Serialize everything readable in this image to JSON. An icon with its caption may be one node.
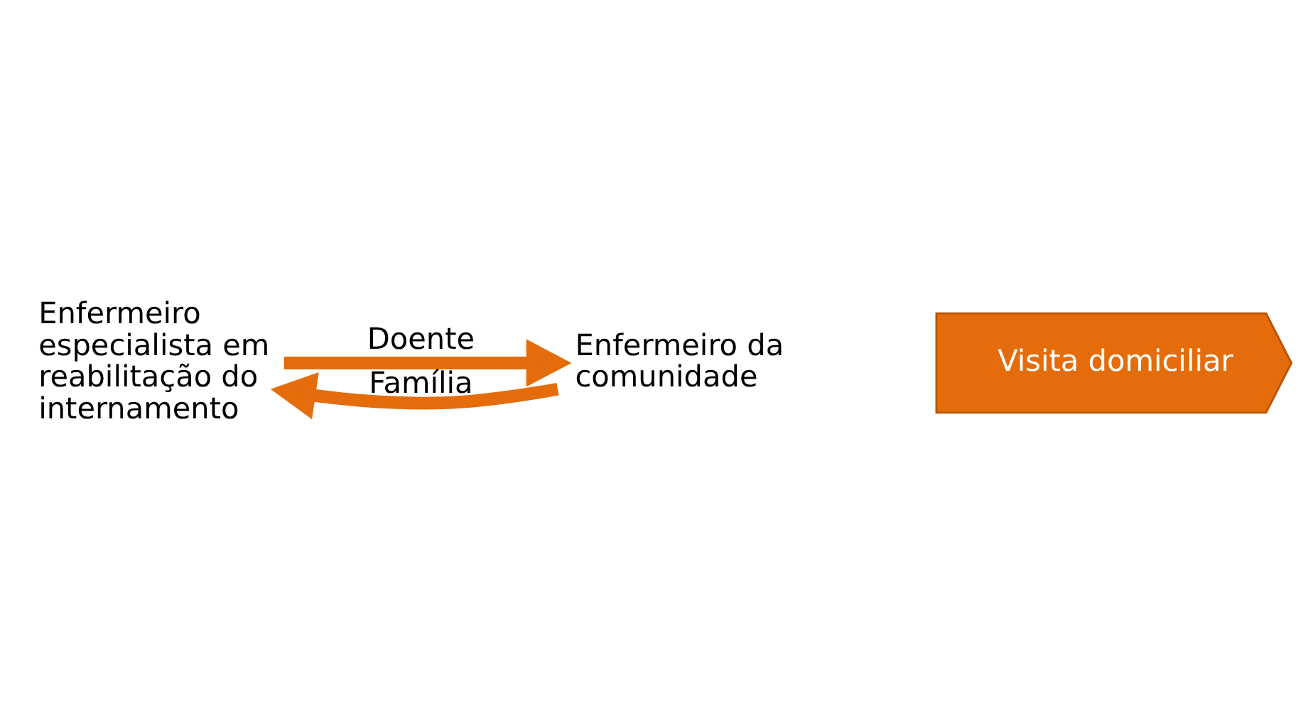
{
  "diagram": {
    "nodes": [
      {
        "text": [
          "Enfermeiro especialista em reabilitação do internamento"
        ]
      },
      {
        "text": [
          "Visita domiciliar"
        ]
      },
      {
        "text": [
          "Enfermeiro da comunidade"
        ]
      }
    ],
    "edges": [
      {
        "from": 0,
        "to": 2,
        "arrow": "to",
        "label": "Doente"
      },
      {
        "from": 2,
        "to": 0,
        "arrow": "to",
        "label": "Família"
      }
    ]
  }
}
